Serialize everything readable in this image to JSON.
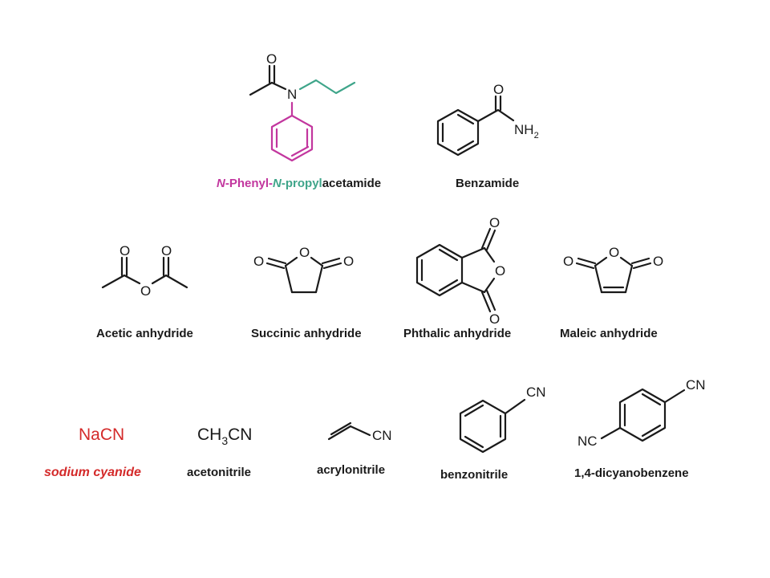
{
  "compounds": {
    "phenylpropylacetamide": {
      "label_n1": "N",
      "label_phenyl": "-Phenyl-",
      "label_n2": "N",
      "label_propyl": "-propyl",
      "label_rest": "acetamide",
      "atom_o": "O",
      "atom_n": "N",
      "colors": {
        "phenyl": "#c2369e",
        "propyl": "#3fa58a"
      }
    },
    "benzamide": {
      "label": "Benzamide",
      "atom_o": "O",
      "atom_nh": "NH",
      "atom_sub": "2"
    },
    "acetic_anhydride": {
      "label": "Acetic anhydride",
      "atom_o1": "O",
      "atom_o2": "O",
      "atom_o3": "O"
    },
    "succinic_anhydride": {
      "label": "Succinic anhydride",
      "atom_o1": "O",
      "atom_o2": "O",
      "atom_o3": "O"
    },
    "phthalic_anhydride": {
      "label": "Phthalic anhydride",
      "atom_o1": "O",
      "atom_o2": "O",
      "atom_o3": "O"
    },
    "maleic_anhydride": {
      "label": "Maleic anhydride",
      "atom_o1": "O",
      "atom_o2": "O",
      "atom_o3": "O"
    },
    "sodium_cyanide": {
      "formula": "NaCN",
      "label": "sodium cyanide",
      "color": "#d42a2a"
    },
    "acetonitrile": {
      "formula_a": "CH",
      "formula_sub": "3",
      "formula_b": "CN",
      "label": "acetonitrile"
    },
    "acrylonitrile": {
      "group": "CN",
      "label": "acrylonitrile"
    },
    "benzonitrile": {
      "group": "CN",
      "label": "benzonitrile"
    },
    "dicyanobenzene": {
      "group_top": "CN",
      "group_bottom": "NC",
      "label": "1,4-dicyanobenzene"
    }
  }
}
